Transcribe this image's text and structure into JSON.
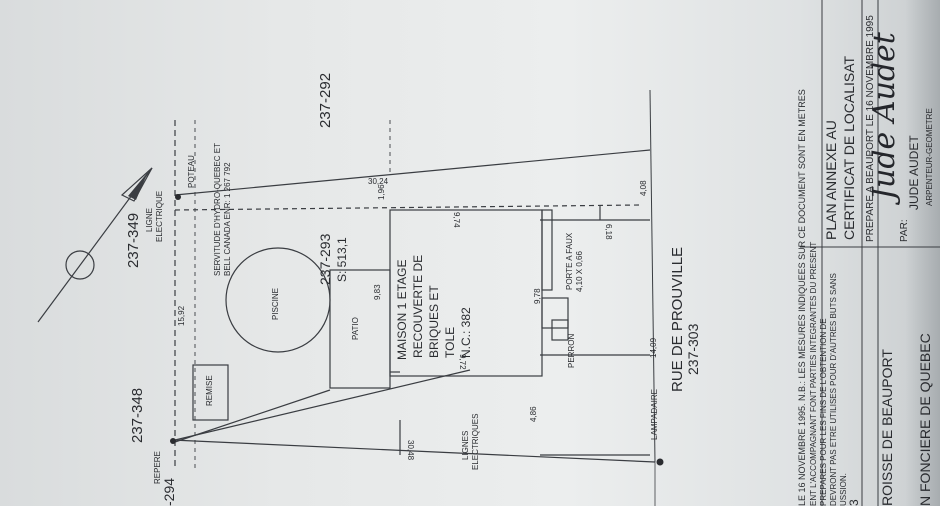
{
  "lots": {
    "north_left": "237-348",
    "north_mid": "237-349",
    "north_right": "237-292",
    "subject": "237-293",
    "subject_area": "S: 513,1",
    "south": "237-303",
    "west_partial": "-294"
  },
  "street": {
    "name": "RUE DE PROUVILLE"
  },
  "house": {
    "line1": "MAISON 1 ETAGE",
    "line2": "RECOUVERTE DE",
    "line3": "BRIQUES ET",
    "line4": "TOLE",
    "civic": "N.C.: 382"
  },
  "features": {
    "piscine": "PISCINE",
    "patio": "PATIO",
    "remise": "REMISE",
    "perron": "PERRON",
    "porte_a_faux": "PORTE A FAUX",
    "porte_dim": "4,10 X 0,66",
    "lampadaire": "LAMPADAIRE",
    "repere": "REPERE",
    "poteau": "POTEAU",
    "ligne_elec_1": "LIGNE",
    "ligne_elec_2": "ELECTRIQUE",
    "lignes_elec_1": "LIGNES",
    "lignes_elec_2": "ELECTRIQUES",
    "servitude_1": "SERVITUDE D'HYDRO-QUEBEC ET",
    "servitude_2": "BELL CANADA ENR: 1 267 792"
  },
  "dimensions": {
    "d_15_92": "15,92",
    "d_30_24": "30,24",
    "d_1_96": "1,96",
    "d_9_74": "9,74",
    "d_6_18": "6,18",
    "d_4_08": "4,08",
    "d_9_83": "9,83",
    "d_9_78": "9,78",
    "d_9_72": "9,72",
    "d_4_86": "4,86",
    "d_14_09": "14,09",
    "d_30_48": "30,48"
  },
  "notes": {
    "measure_note": "LE 16 NOVEMBRE 1995. N.B.: LES MESURES INDIQUEES SUR CE DOCUMENT SONT EN METRES",
    "fine_1": "ENT L'ACCOMPAGNANT FONT PARTIES INTEGRANTES DU PRESENT",
    "fine_2": "PREPARES POUR LES FINS DE L'OBTENTION DE",
    "fine_3": "DEVRONT PAS ETRE UTILISES POUR D'AUTRES BUTS SANS",
    "fine_4": "USSION.",
    "paroisse": "ROISSE DE BEAUPORT",
    "fonciere": "N FONCIERE DE QUEBEC",
    "index": "3"
  },
  "title_block": {
    "line1": "PLAN ANNEXE AU",
    "line2": "CERTIFICAT DE LOCALISAT",
    "date": "PREPARE A BEAUPORT LE 16 NOVEMBRE 1995",
    "par": "PAR:",
    "name": "JUDE AUDET",
    "role": "ARPENTEUR-GEOMETRE",
    "signature": "Jude Audet"
  }
}
